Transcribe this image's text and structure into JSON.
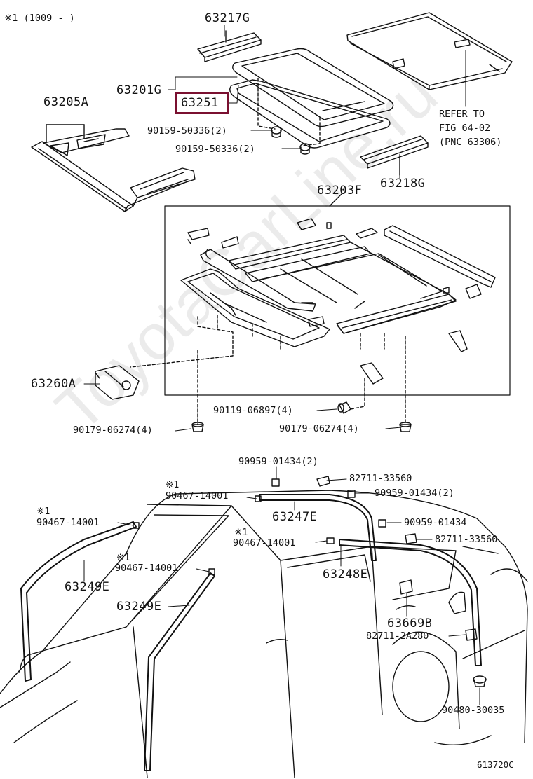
{
  "footnote": "※1 (1009 -        )",
  "watermark": "ToyotaCarLine.ru",
  "drawing_no": "613720C",
  "refer": [
    "REFER TO",
    "FIG 64-02",
    "(PNC 63306)"
  ],
  "parts": {
    "p63217G": "63217G",
    "p63201G": "63201G",
    "p63251": "63251",
    "p63205A": "63205A",
    "p90159a": "90159-50336(2)",
    "p90159b": "90159-50336(2)",
    "p63218G": "63218G",
    "p63203F": "63203F",
    "p63260A": "63260A",
    "p90119": "90119-06897(4)",
    "p90179a": "90179-06274(4)",
    "p90179b": "90179-06274(4)",
    "p90959a": "90959-01434(2)",
    "p82711a": "82711-33560",
    "p90959b": "90959-01434(2)",
    "p90467a": "90467-14001",
    "p63247E": "63247E",
    "p90467b": "90467-14001",
    "p90959c": "90959-01434",
    "p90467c": "90467-14001",
    "p82711b": "82711-33560",
    "p90467d": "90467-14001",
    "p63248E": "63248E",
    "p63249Ea": "63249E",
    "p63249Eb": "63249E",
    "p63669B": "63669B",
    "p82711c": "82711-2A280",
    "p90480": "90480-30035"
  },
  "marks": {
    "m1": "※1",
    "m2": "※1",
    "m3": "※1",
    "m4": "※1"
  },
  "highlight_color": "#7a1030"
}
